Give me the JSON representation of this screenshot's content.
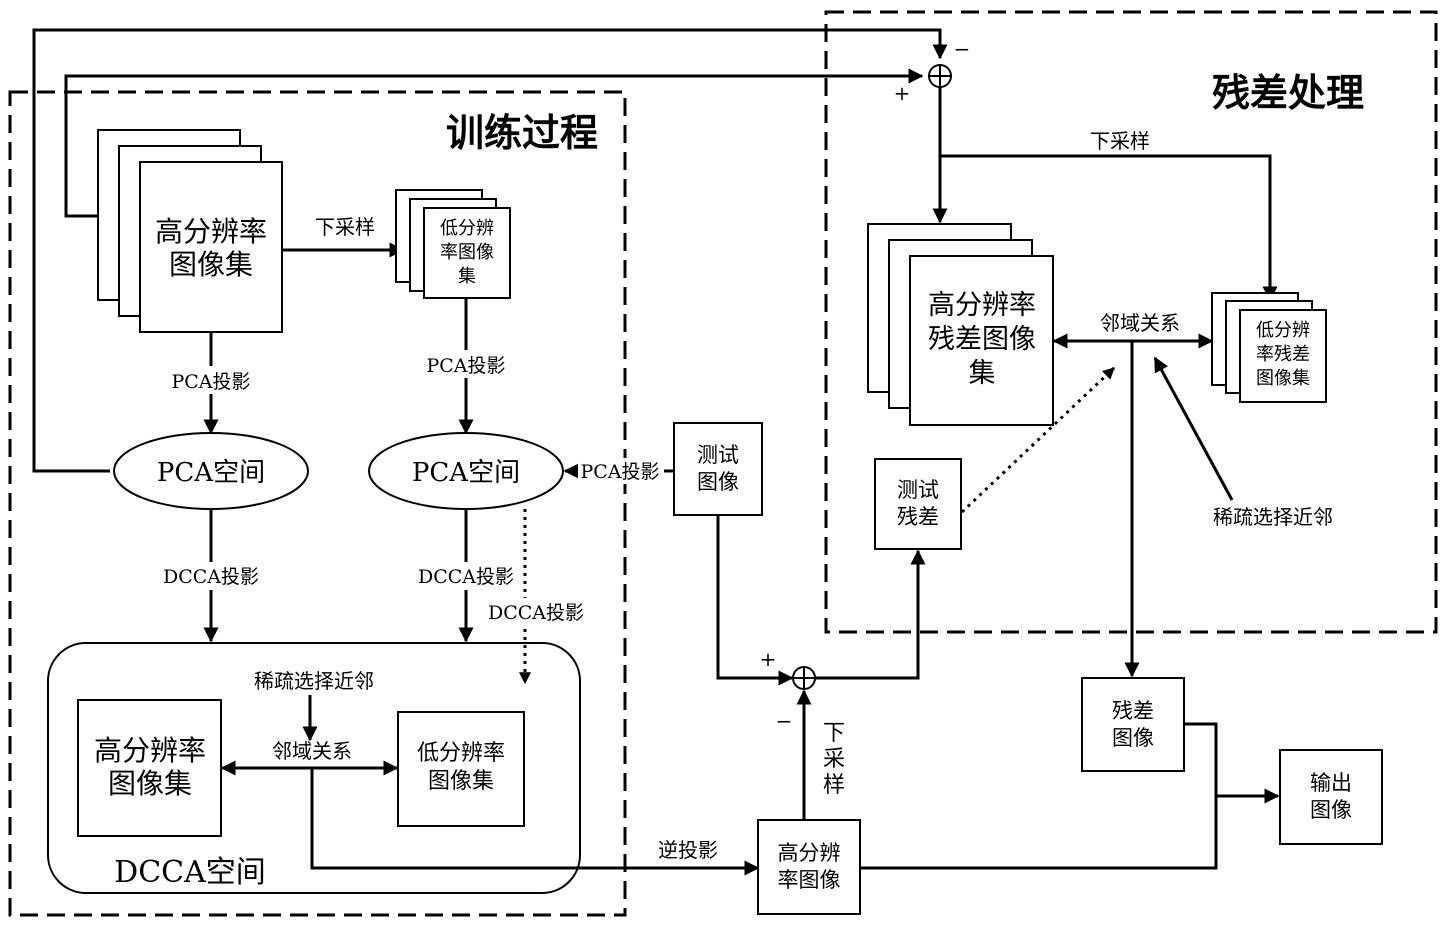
{
  "regions": {
    "training": "训练过程",
    "residual": "残差处理",
    "dcca_space": "DCCA空间"
  },
  "boxes": {
    "hr_set_l1": "高分辨率",
    "hr_set_l2": "图像集",
    "lr_set_l1": "低分辨",
    "lr_set_l2": "率图像",
    "lr_set_l3": "集",
    "pca_left": "PCA空间",
    "pca_right": "PCA空间",
    "dcca_hr_l1": "高分辨率",
    "dcca_hr_l2": "图像集",
    "dcca_lr_l1": "低分辨率",
    "dcca_lr_l2": "图像集",
    "test_img_l1": "测试",
    "test_img_l2": "图像",
    "test_res_l1": "测试",
    "test_res_l2": "残差",
    "hr_res_l1": "高分辨率",
    "hr_res_l2": "残差图像",
    "hr_res_l3": "集",
    "lr_res_l1": "低分辨",
    "lr_res_l2": "率残差",
    "lr_res_l3": "图像集",
    "hr_img_l1": "高分辨",
    "hr_img_l2": "率图像",
    "res_img_l1": "残差",
    "res_img_l2": "图像",
    "out_img_l1": "输出",
    "out_img_l2": "图像"
  },
  "labels": {
    "downsample_1": "下采样",
    "downsample_2": "下采样",
    "downsample_v1": "下",
    "downsample_v2": "采",
    "downsample_v3": "样",
    "pca_proj_left": "PCA投影",
    "pca_proj_right": "PCA投影",
    "pca_proj_test": "PCA投影",
    "dcca_proj_left": "DCCA投影",
    "dcca_proj_right": "DCCA投影",
    "dcca_proj_dotted": "DCCA投影",
    "sparse_1": "稀疏选择近邻",
    "sparse_2": "稀疏选择近邻",
    "neighbor_1": "邻域关系",
    "neighbor_2": "邻域关系",
    "inverse_proj": "逆投影",
    "plus": "+",
    "minus": "−"
  }
}
